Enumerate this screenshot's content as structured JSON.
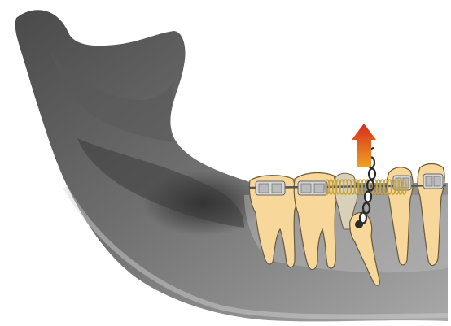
{
  "figure": {
    "subject": "mandible-orthodontic-traction",
    "colors": {
      "background": "#ffffff",
      "bone_dark": "#3a3a3a",
      "bone_mid": "#7a7a7a",
      "bone_light": "#b9b9b9",
      "tooth_fill": "#f8d79a",
      "tooth_stroke": "#6a5a3a",
      "archwire": "#555555",
      "bracket": "#c9c9c9",
      "spring": "#c9a43a",
      "chain": "#2a2a2a",
      "arrow_top": "#d62b1f",
      "arrow_bottom": "#f0a020"
    },
    "elements": [
      "mandible-radiograph",
      "molar-left",
      "molar-right",
      "premolar-1",
      "premolar-2",
      "premolar-3",
      "impacted-canine",
      "archwire",
      "brackets",
      "coil-spring",
      "traction-chain",
      "direction-arrow"
    ]
  }
}
